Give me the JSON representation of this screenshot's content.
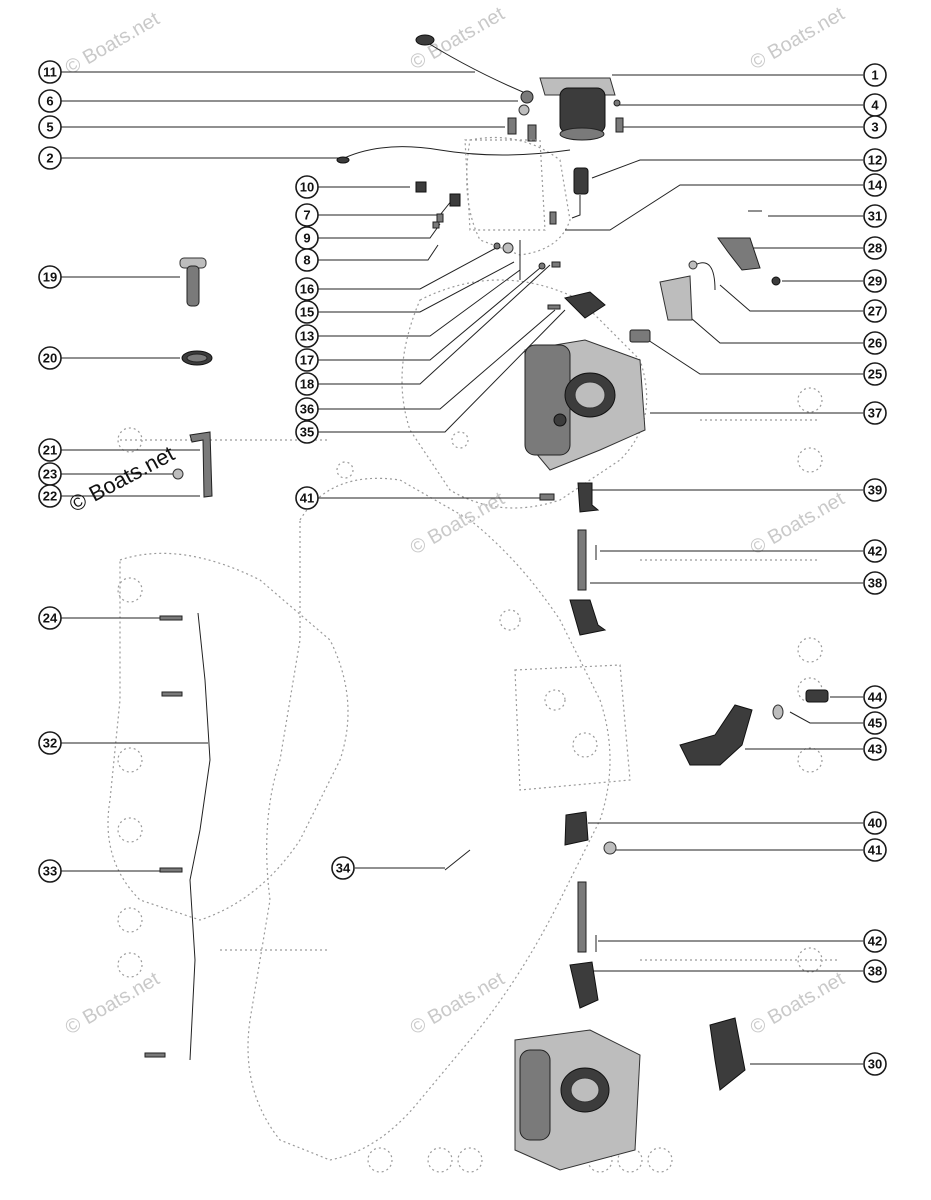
{
  "copyright_text": "© Boats.net",
  "watermark_text": "© Boats.net",
  "callouts_left": [
    {
      "num": "11"
    },
    {
      "num": "6"
    },
    {
      "num": "5"
    },
    {
      "num": "2"
    },
    {
      "num": "19"
    },
    {
      "num": "20"
    },
    {
      "num": "21"
    },
    {
      "num": "23"
    },
    {
      "num": "22"
    },
    {
      "num": "24"
    },
    {
      "num": "32"
    },
    {
      "num": "33"
    }
  ],
  "callouts_center": [
    {
      "num": "10"
    },
    {
      "num": "7"
    },
    {
      "num": "9"
    },
    {
      "num": "8"
    },
    {
      "num": "16"
    },
    {
      "num": "15"
    },
    {
      "num": "13"
    },
    {
      "num": "17"
    },
    {
      "num": "18"
    },
    {
      "num": "36"
    },
    {
      "num": "35"
    },
    {
      "num": "41"
    },
    {
      "num": "34"
    }
  ],
  "callouts_right": [
    {
      "num": "1"
    },
    {
      "num": "4"
    },
    {
      "num": "3"
    },
    {
      "num": "12"
    },
    {
      "num": "14"
    },
    {
      "num": "31"
    },
    {
      "num": "28"
    },
    {
      "num": "29"
    },
    {
      "num": "27"
    },
    {
      "num": "26"
    },
    {
      "num": "25"
    },
    {
      "num": "37"
    },
    {
      "num": "39"
    },
    {
      "num": "42"
    },
    {
      "num": "38"
    },
    {
      "num": "44"
    },
    {
      "num": "45"
    },
    {
      "num": "43"
    },
    {
      "num": "40"
    },
    {
      "num": "41"
    },
    {
      "num": "42"
    },
    {
      "num": "38"
    },
    {
      "num": "30"
    }
  ]
}
